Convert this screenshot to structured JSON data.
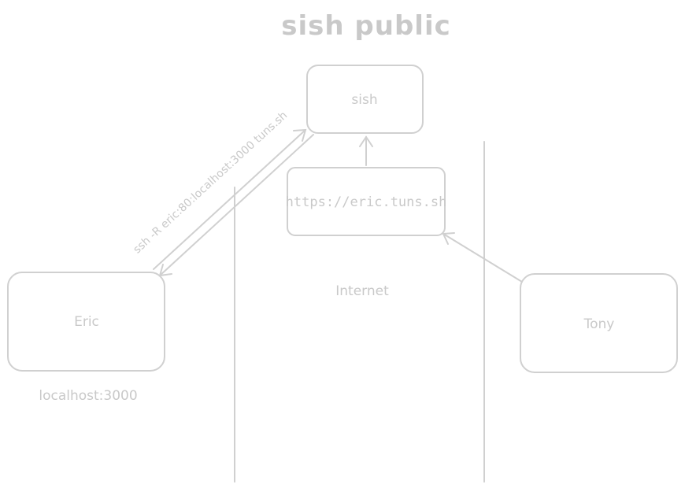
{
  "diagram": {
    "title": "sish public",
    "nodes": {
      "sish": "sish",
      "url": "https://eric.tuns.sh",
      "eric": "Eric",
      "tony": "Tony"
    },
    "labels": {
      "ssh_command": "ssh -R eric:80:localhost:3000 tuns.sh",
      "internet": "Internet",
      "localhost": "localhost:3000"
    },
    "colors": {
      "stroke": "#d0d0d0",
      "text": "#c9c9c9"
    }
  }
}
